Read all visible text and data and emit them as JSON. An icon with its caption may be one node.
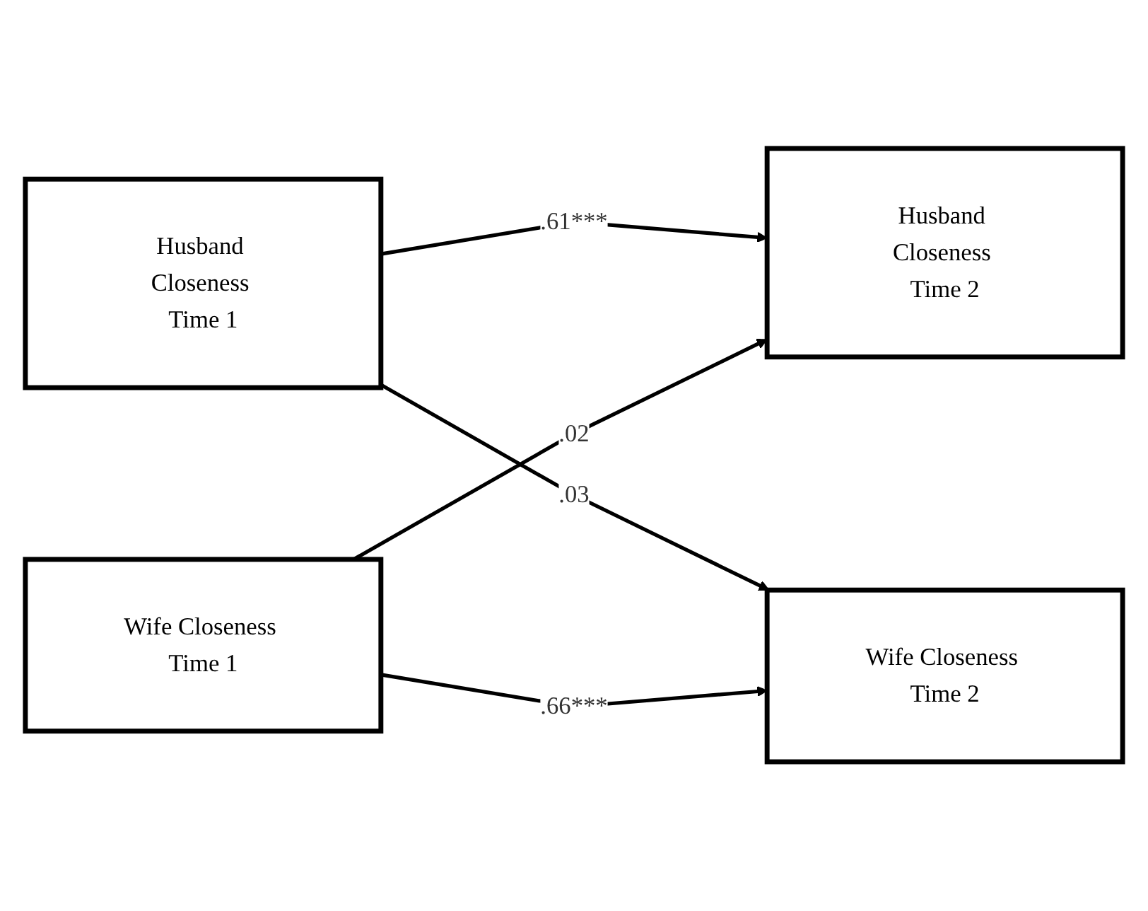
{
  "diagram": {
    "nodes": [
      {
        "text": [
          "Husband Closeness Time 1"
        ]
      },
      {
        "text": [
          "Husband Closeness Time 2"
        ]
      },
      {
        "text": [
          "Wife Closeness Time 1"
        ]
      },
      {
        "text": [
          "Wife Closeness Time 2"
        ]
      }
    ],
    "edges": [
      {
        "from": 0,
        "to": 1,
        "arrow": "to",
        "label": ".61***"
      },
      {
        "from": 0,
        "to": 3,
        "arrow": "to",
        "label": ".03"
      },
      {
        "from": 2,
        "to": 1,
        "arrow": "to",
        "label": ".02"
      },
      {
        "from": 2,
        "to": 3,
        "arrow": "to",
        "label": ".66***"
      }
    ]
  }
}
